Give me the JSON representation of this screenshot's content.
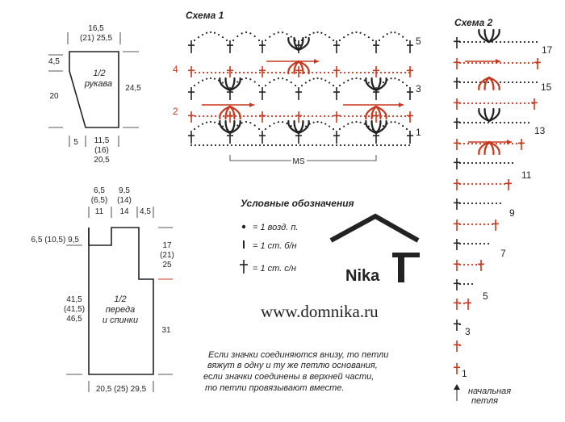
{
  "sleeve": {
    "top_width": "16,5",
    "top_width_sizes": "(21) 25,5",
    "cap": "4,5",
    "left_height": "20",
    "right_height": "24,5",
    "label_line1": "1/2",
    "label_line2": "рукава",
    "cuff_small": "5",
    "bottom_width_1": "11,5",
    "bottom_width_2": "(16)",
    "bottom_width_3": "20,5"
  },
  "body": {
    "top_a_1": "6,5",
    "top_a_2": "(6,5)",
    "top_a_3": "11",
    "top_b_1": "9,5",
    "top_b_2": "(14)",
    "top_b_3": "14",
    "top_c": "4,5",
    "neck_left": "6,5 (10,5) 9,5",
    "armhole_1": "17",
    "armhole_2": "(21)",
    "armhole_3": "25",
    "left_1": "41,5",
    "left_2": "(41,5)",
    "left_3": "46,5",
    "right_height": "31",
    "label_line1": "1/2",
    "label_line2": "переда",
    "label_line3": "и спинки",
    "bottom_width": "20,5 (25) 29,5"
  },
  "scheme1": {
    "title": "Схема 1",
    "rows_black": [
      "5",
      "3",
      "1"
    ],
    "rows_red": [
      "4",
      "2"
    ],
    "repeat_label": "MS"
  },
  "scheme2": {
    "title": "Схема 2",
    "rows": [
      "17",
      "15",
      "13",
      "11",
      "9",
      "7",
      "5",
      "3",
      "1"
    ],
    "start_line1": "начальная",
    "start_line2": "петля"
  },
  "legend": {
    "title": "Условные обозначения",
    "items": [
      "= 1 возд. п.",
      "= 1 ст. б/н",
      "= 1 ст. с/н"
    ]
  },
  "logo": {
    "text": "Nika"
  },
  "url": "www.domnika.ru",
  "note": [
    "Если значки соединяются внизу, то петли",
    "вяжут в одну и ту же петлю основания,",
    "если значки соединены в верхней части,",
    "то петли провязывают вместе."
  ],
  "colors": {
    "ink": "#222222",
    "accent": "#c8381e"
  }
}
